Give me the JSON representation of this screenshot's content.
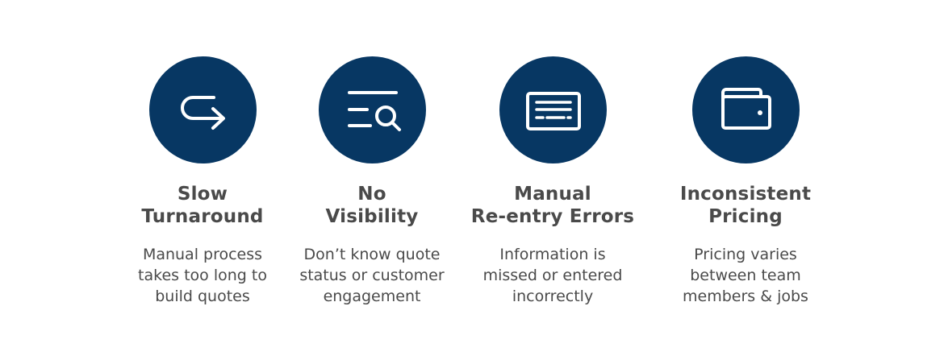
{
  "colors": {
    "brand": "#073763",
    "text": "#4a4a4a",
    "icon": "#ffffff"
  },
  "features": [
    {
      "icon": "redirect-arrow-icon",
      "title_lines": [
        "Slow",
        "Turnaround"
      ],
      "desc_lines": [
        "Manual process",
        "takes too long to",
        "build quotes"
      ]
    },
    {
      "icon": "list-search-icon",
      "title_lines": [
        "No",
        "Visibility"
      ],
      "desc_lines": [
        "Don’t know quote",
        "status or customer",
        "engagement"
      ]
    },
    {
      "icon": "form-document-icon",
      "title_lines": [
        "Manual",
        "Re-entry Errors"
      ],
      "desc_lines": [
        "Information is",
        "missed or entered",
        "incorrectly"
      ]
    },
    {
      "icon": "wallet-icon",
      "title_lines": [
        "Inconsistent",
        "Pricing"
      ],
      "desc_lines": [
        "Pricing varies",
        "between team",
        "members & jobs"
      ]
    }
  ]
}
